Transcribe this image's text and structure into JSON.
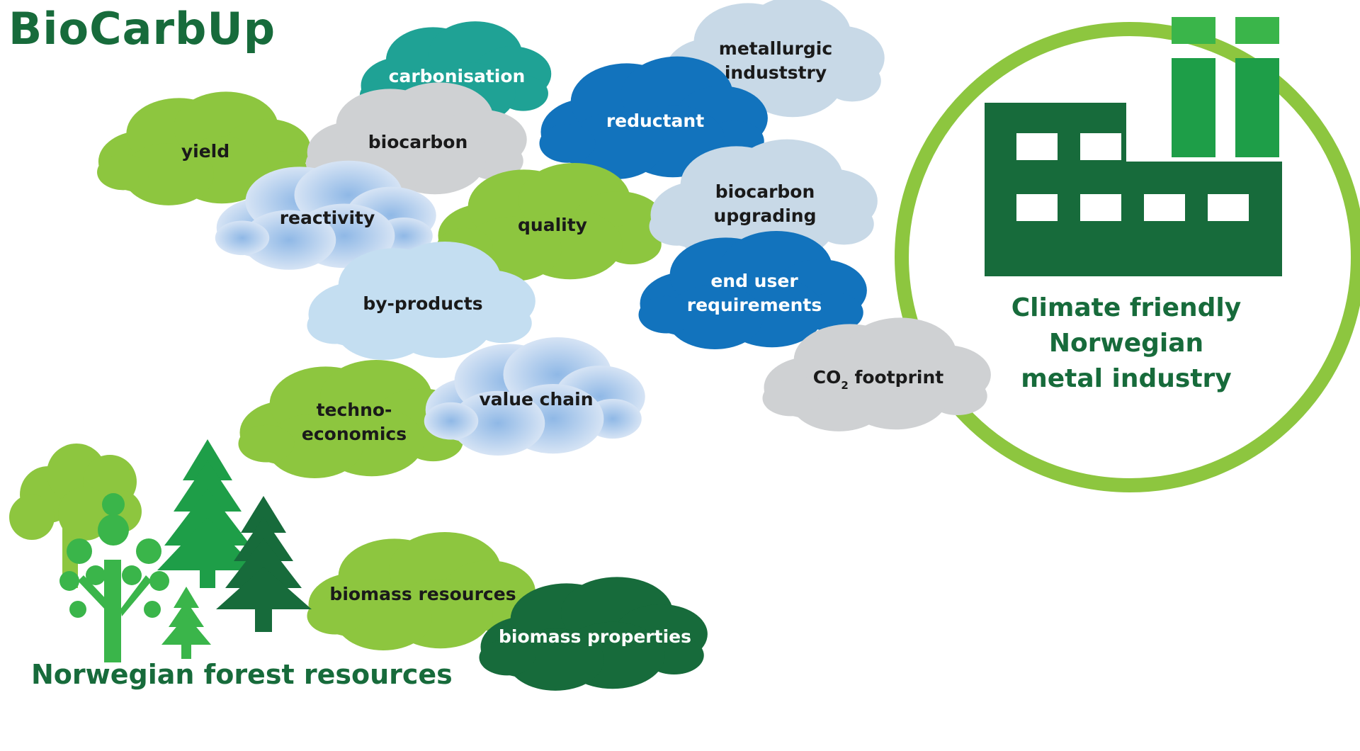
{
  "title": "BioCarbUp",
  "forest_label": "Norwegian forest resources",
  "industry_label": [
    "Climate friendly",
    "Norwegian",
    "metal industry"
  ],
  "palette": {
    "light_green": "#8dc63f",
    "dark_green": "#176b3b",
    "mid_green": "#1e9e48",
    "bright_green": "#3ab54a",
    "teal": "#1fa295",
    "blue": "#1273bd",
    "light_blue": "#c4def1",
    "pale_blue": "#c8d9e7",
    "grey": "#cfd1d3"
  },
  "clouds": [
    {
      "id": "carbonisation",
      "lines": [
        "carbonisation"
      ],
      "color": "teal",
      "text_color": "#ffffff"
    },
    {
      "id": "metallurgic-industry",
      "lines": [
        "metallurgic",
        "induststry"
      ],
      "color": "pale_blue",
      "text_color": "#1a1a1a"
    },
    {
      "id": "yield",
      "lines": [
        "yield"
      ],
      "color": "light_green",
      "text_color": "#1a1a1a"
    },
    {
      "id": "biocarbon",
      "lines": [
        "biocarbon"
      ],
      "color": "grey",
      "text_color": "#1a1a1a"
    },
    {
      "id": "reductant",
      "lines": [
        "reductant"
      ],
      "color": "blue",
      "text_color": "#ffffff"
    },
    {
      "id": "reactivity",
      "lines": [
        "reactivity"
      ],
      "color": "radial_blue",
      "text_color": "#1a1a1a"
    },
    {
      "id": "quality",
      "lines": [
        "quality"
      ],
      "color": "light_green",
      "text_color": "#1a1a1a"
    },
    {
      "id": "biocarbon-upgrading",
      "lines": [
        "biocarbon",
        "upgrading"
      ],
      "color": "pale_blue",
      "text_color": "#1a1a1a"
    },
    {
      "id": "by-products",
      "lines": [
        "by-products"
      ],
      "color": "light_blue",
      "text_color": "#1a1a1a"
    },
    {
      "id": "end-user-requirements",
      "lines": [
        "end user",
        "requirements"
      ],
      "color": "blue",
      "text_color": "#ffffff"
    },
    {
      "id": "co2-footprint",
      "lines": [
        "CO",
        "2",
        " footprint"
      ],
      "color": "grey",
      "text_color": "#1a1a1a"
    },
    {
      "id": "techno-economics",
      "lines": [
        "techno-",
        "economics"
      ],
      "color": "light_green",
      "text_color": "#1a1a1a"
    },
    {
      "id": "value-chain",
      "lines": [
        "value chain"
      ],
      "color": "radial_blue",
      "text_color": "#1a1a1a"
    },
    {
      "id": "biomass-resources",
      "lines": [
        "biomass resources"
      ],
      "color": "light_green",
      "text_color": "#1a1a1a"
    },
    {
      "id": "biomass-properties",
      "lines": [
        "biomass properties"
      ],
      "color": "dark_green",
      "text_color": "#ffffff"
    }
  ]
}
